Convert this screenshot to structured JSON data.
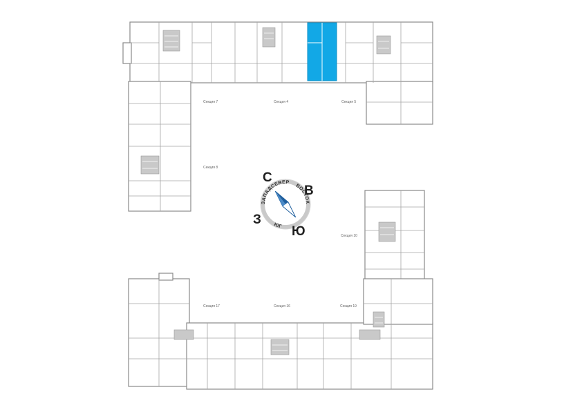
{
  "sections": [
    {
      "id": "s4",
      "label": "Секция 4"
    },
    {
      "id": "s5",
      "label": "Секция 5"
    },
    {
      "id": "s7",
      "label": "Секция 7"
    },
    {
      "id": "s8",
      "label": "Секция 8"
    },
    {
      "id": "s10",
      "label": "Секция 10"
    },
    {
      "id": "s16",
      "label": "Секция 16"
    },
    {
      "id": "s17",
      "label": "Секция 17"
    },
    {
      "id": "s19",
      "label": "Секция 19"
    }
  ],
  "compass": {
    "north_letter": "С",
    "east_letter": "В",
    "south_letter": "Ю",
    "west_letter": "З",
    "ring_north": "СЕВЕР",
    "ring_east": "ВОСТОК",
    "ring_south": "ЮГ",
    "ring_west": "ЗАПАД"
  },
  "colors": {
    "highlight": "#12a8e6",
    "compass_needle": "#1f5f9e"
  }
}
